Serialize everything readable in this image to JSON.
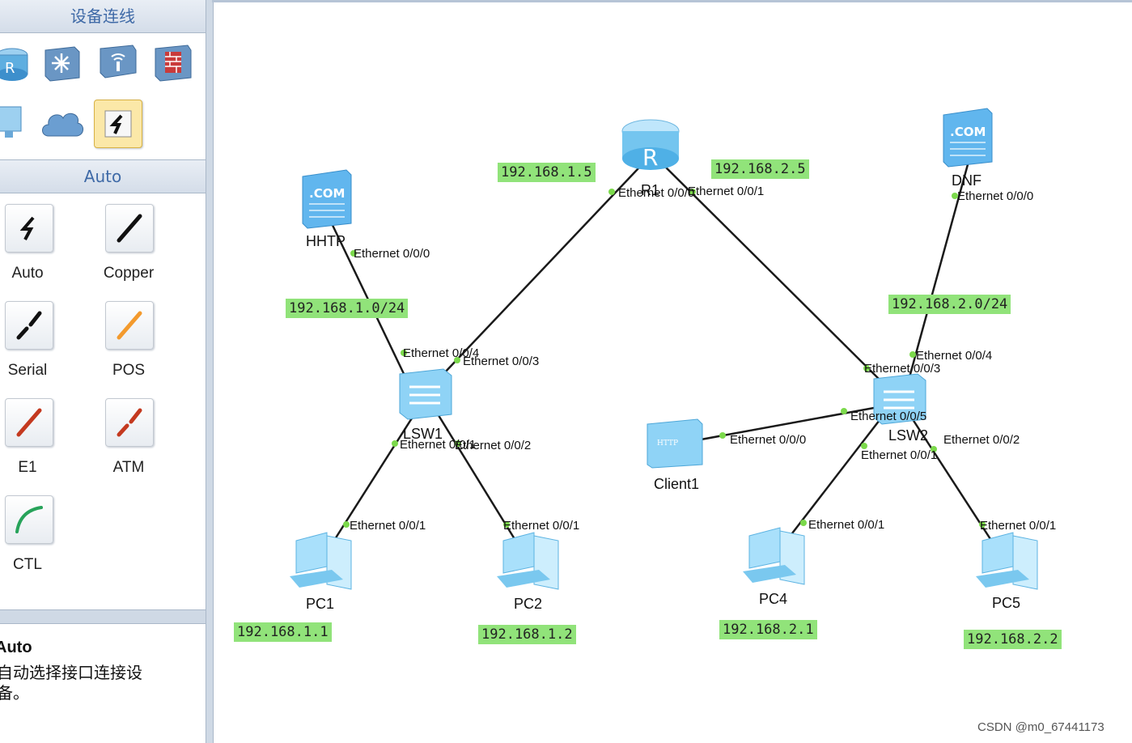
{
  "palette": {
    "header_title": "设备连线",
    "auto_header": "Auto",
    "device_icons": [
      "router-icon",
      "switch-icon",
      "wireless-icon",
      "firewall-icon",
      "pc-icon",
      "cloud-icon",
      "auto-connection-icon"
    ],
    "connections": [
      {
        "label": "Auto",
        "icon": "auto-cable-icon"
      },
      {
        "label": "Copper",
        "icon": "copper-cable-icon"
      },
      {
        "label": "Serial",
        "icon": "serial-cable-icon"
      },
      {
        "label": "POS",
        "icon": "pos-cable-icon"
      },
      {
        "label": "E1",
        "icon": "e1-cable-icon"
      },
      {
        "label": "ATM",
        "icon": "atm-cable-icon"
      },
      {
        "label": "CTL",
        "icon": "ctl-cable-icon"
      }
    ],
    "description_title": "Auto",
    "description_text": "自动选择接口连接设备。"
  },
  "topology": {
    "devices": [
      {
        "name": "R1",
        "type": "router"
      },
      {
        "name": "HHTP",
        "type": "server"
      },
      {
        "name": "DNF",
        "type": "server"
      },
      {
        "name": "LSW1",
        "type": "switch"
      },
      {
        "name": "LSW2",
        "type": "switch"
      },
      {
        "name": "Client1",
        "type": "client"
      },
      {
        "name": "PC1",
        "type": "pc"
      },
      {
        "name": "PC2",
        "type": "pc"
      },
      {
        "name": "PC4",
        "type": "pc"
      },
      {
        "name": "PC5",
        "type": "pc"
      }
    ],
    "ip_labels": [
      "192.168.1.5",
      "192.168.2.5",
      "192.168.1.0/24",
      "192.168.2.0/24",
      "192.168.1.1",
      "192.168.1.2",
      "192.168.2.1",
      "192.168.2.2"
    ],
    "port_labels": [
      "Ethernet 0/0/0",
      "Ethernet 0/0/1",
      "Ethernet 0/0/0",
      "Ethernet 0/0/0",
      "Ethernet 0/0/4",
      "Ethernet 0/0/3",
      "Ethernet 0/0/1",
      "Ethernet 0/0/2",
      "Ethernet 0/0/4",
      "Ethernet 0/0/3",
      "Ethernet 0/0/5",
      "Ethernet 0/0/1",
      "Ethernet 0/0/2",
      "Ethernet 0/0/0",
      "Ethernet 0/0/1",
      "Ethernet 0/0/1",
      "Ethernet 0/0/1",
      "Ethernet 0/0/1"
    ],
    "link_color": "#1a1a1a",
    "port_dot_color": "#7bd94b",
    "ip_label_bg": "#91e37a"
  },
  "watermark": "CSDN @m0_67441173"
}
